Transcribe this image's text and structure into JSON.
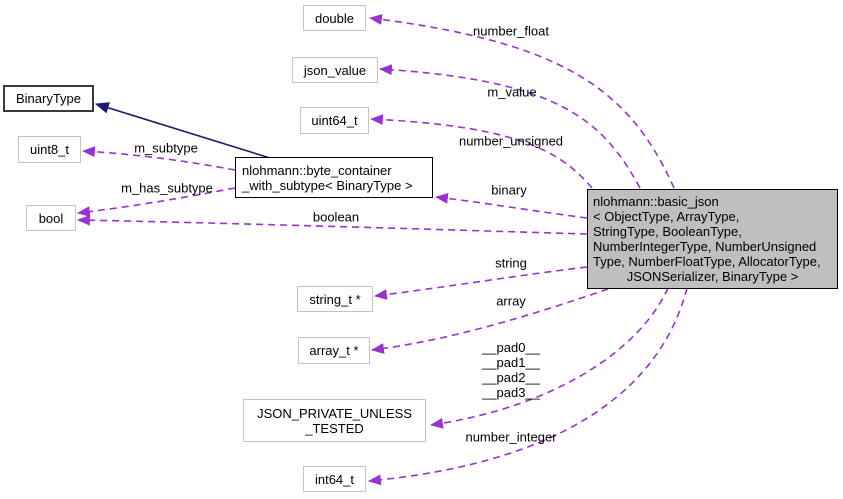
{
  "diagram": {
    "kind": "doxygen-collaboration-graph",
    "colors": {
      "usage_edge": "#9a32cd",
      "inheritance_edge": "#191970",
      "main_node_fill": "#bfbfbf",
      "node_border_light": "#c4c4c4",
      "node_border_dark": "#000000"
    },
    "nodes": {
      "double": {
        "label": "double"
      },
      "json_value": {
        "label": "json_value"
      },
      "uint64_t": {
        "label": "uint64_t"
      },
      "binary_type": {
        "label": "BinaryType"
      },
      "uint8_t": {
        "label": "uint8_t"
      },
      "byte_container": {
        "lines": [
          "nlohmann::byte_container",
          "_with_subtype< BinaryType >"
        ]
      },
      "bool": {
        "label": "bool"
      },
      "basic_json": {
        "lines": [
          "nlohmann::basic_json",
          "< ObjectType, ArrayType,",
          " StringType, BooleanType,",
          " NumberIntegerType, NumberUnsigned",
          "Type, NumberFloatType, AllocatorType,",
          "JSONSerializer, BinaryType >"
        ]
      },
      "string_t": {
        "label": "string_t *"
      },
      "array_t": {
        "label": "array_t *"
      },
      "json_private": {
        "lines": [
          "JSON_PRIVATE_UNLESS",
          "_TESTED"
        ]
      },
      "int64_t": {
        "label": "int64_t"
      }
    },
    "edge_labels": {
      "number_float": "number_float",
      "m_value": "m_value",
      "number_unsigned": "number_unsigned",
      "binary": "binary",
      "boolean": "boolean",
      "m_subtype": "m_subtype",
      "m_has_subtype": "m_has_subtype",
      "string": "string",
      "array": "array",
      "pads": [
        "__pad0__",
        "__pad1__",
        "__pad2__",
        "__pad3__"
      ],
      "number_integer": "number_integer"
    }
  }
}
